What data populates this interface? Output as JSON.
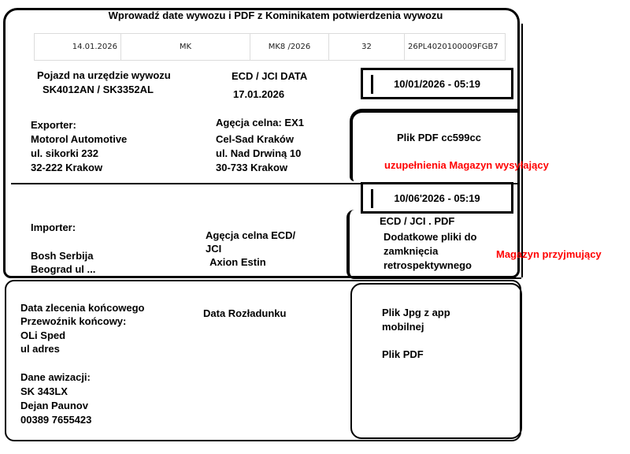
{
  "title": "Wprowadź  date wywozu i  PDF z Kominikatem potwierdzenia wywozu",
  "top_table": {
    "cells": [
      "14.01.2026",
      "MK",
      "MK8 /2026",
      "32",
      "26PL4020100009FGB7"
    ]
  },
  "vehicle": {
    "label": "Pojazd na urzędzie wywozu",
    "plates": "SK4012AN / SK3352AL"
  },
  "ecd": {
    "label": "ECD / JCI  DATA",
    "date": "17.01.2026"
  },
  "departure_datetime": "10/01/2026 - 05:19",
  "exporter": {
    "label": "Exporter:",
    "name": "Motorol Automotive",
    "street": "ul. sikorki 232",
    "city": "32-222 Krakow"
  },
  "export_agency": {
    "label": "Agęcja celna:  EX1",
    "name": "Cel-Sad Kraków",
    "street": "ul. Nad Drwiną 10",
    "city": "30-733 Krakow"
  },
  "pdf_file": {
    "label": "Plik  PDF cc599cc",
    "note": "uzupełnienia  Magazyn  wysyłający"
  },
  "arrival_datetime": "10/06'2026 - 05:19",
  "importer": {
    "label": "Importer:",
    "name": "Bosh Serbija",
    "address": "Beograd ul ..."
  },
  "import_agency": {
    "label_line1": "Agęcja celna  ECD/",
    "label_line2": "JCI",
    "name": " Axion Estin"
  },
  "receiving": {
    "label": "ECD  /  JCI .  PDF",
    "line1": "Dodatkowe pliki do",
    "line2": "zamknięcia",
    "line3": "retrospektywnego",
    "warehouse": "Magazyn przyjmujący"
  },
  "final": {
    "order_date_label": "Data  zlecenia końcowego",
    "carrier_label": "Przewoźnik końcowy:",
    "carrier_name": "OLi Sped",
    "carrier_address": "ul  adres",
    "unload_date_label": "Data Rozładunku",
    "advice_label": "Dane awizacji:",
    "advice_plate": "SK 343LX",
    "advice_driver": "Dejan Paunov",
    "advice_phone": "00389 7655423"
  },
  "files": {
    "jpg_line1": "Plik Jpg z app",
    "jpg_line2": "mobilnej",
    "pdf": "Plik PDF"
  },
  "colors": {
    "accent_red": "#ff0000",
    "border": "#000000",
    "grid": "#dcdcdc"
  }
}
